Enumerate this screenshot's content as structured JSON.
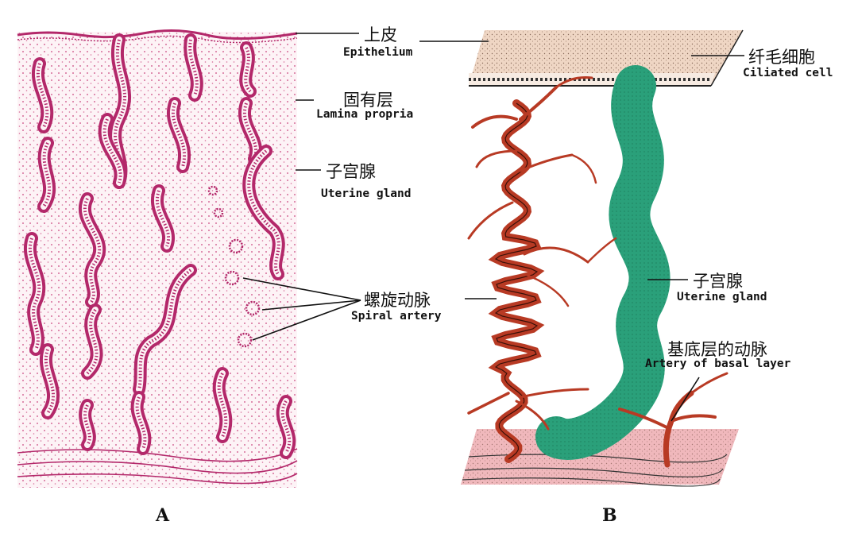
{
  "panels": {
    "a": "A",
    "b": "B"
  },
  "labels": {
    "epithelium": {
      "zh": "上皮",
      "en": "Epithelium"
    },
    "lamina_propria": {
      "zh": "固有层",
      "en": "Lamina propria"
    },
    "uterine_gland_a": {
      "zh": "子宫腺",
      "en": "Uterine gland"
    },
    "spiral_artery": {
      "zh": "螺旋动脉",
      "en": "Spiral artery"
    },
    "ciliated_cell": {
      "zh": "纤毛细胞",
      "en": "Ciliated cell"
    },
    "uterine_gland_b": {
      "zh": "子宫腺",
      "en": "Uterine gland"
    },
    "basal_artery": {
      "zh": "基底层的动脉",
      "en": "Artery of basal layer"
    }
  },
  "colors": {
    "gland_magenta": "#b3286a",
    "artery_red": "#b83a24",
    "gland_green": "#2aa07a",
    "epithelium_block": "#efd6c4",
    "basal_pink": "#f0b8bc"
  }
}
